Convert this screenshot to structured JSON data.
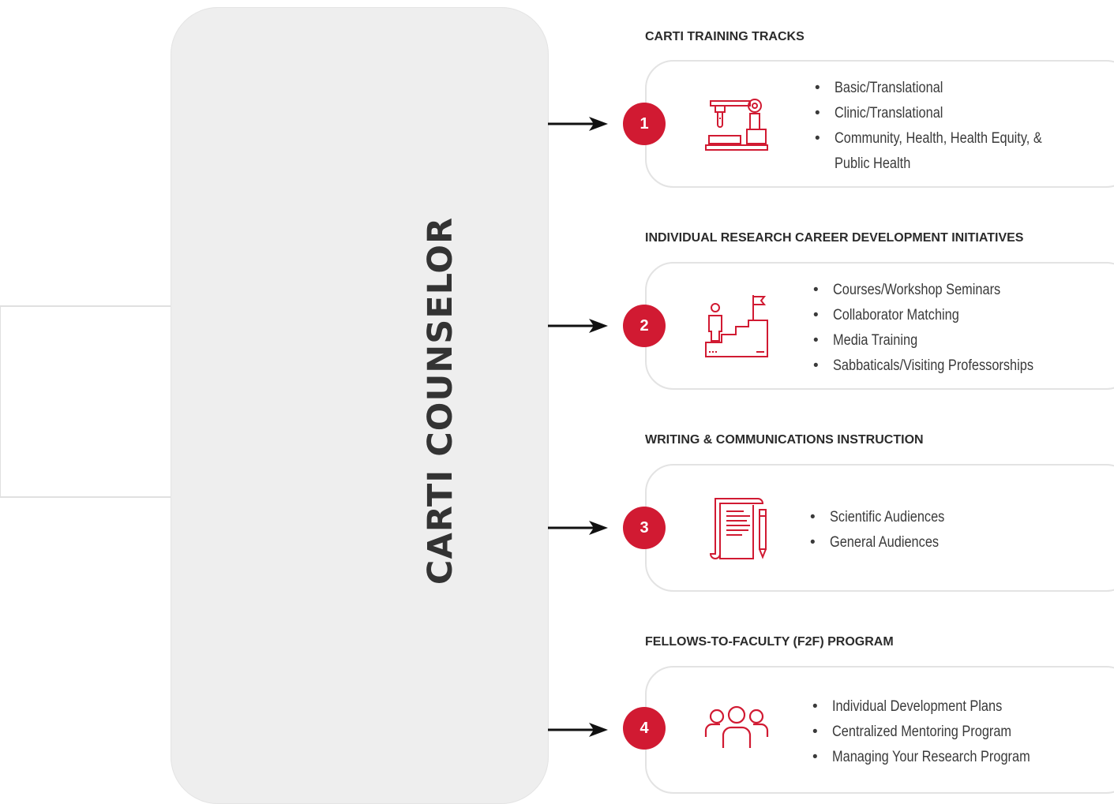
{
  "colors": {
    "accent": "#d11a32",
    "panel": "#eeeeee",
    "text": "#333333"
  },
  "counselor": {
    "title": "CARTI COUNSELOR"
  },
  "sections": [
    {
      "number": "1",
      "heading": "CARTI TRAINING TRACKS",
      "icon": "laboratory-equipment-icon",
      "items": [
        "Basic/Translational",
        "Clinic/Translational",
        "Community, Health, Health Equity, &",
        "Public Health"
      ]
    },
    {
      "number": "2",
      "heading": "INDIVIDUAL RESEARCH CAREER DEVELOPMENT INITIATIVES",
      "icon": "career-stairs-flag-icon",
      "items": [
        "Courses/Workshop Seminars",
        "Collaborator Matching",
        "Media Training",
        "Sabbaticals/Visiting Professorships"
      ]
    },
    {
      "number": "3",
      "heading": "WRITING & COMMUNICATIONS INSTRUCTION",
      "icon": "document-pencil-icon",
      "items": [
        "Scientific Audiences",
        "General Audiences"
      ]
    },
    {
      "number": "4",
      "heading": "FELLOWS-TO-FACULTY (F2F) PROGRAM",
      "icon": "group-people-icon",
      "items": [
        "Individual Development Plans",
        "Centralized Mentoring Program",
        "Managing Your Research Program"
      ]
    }
  ]
}
